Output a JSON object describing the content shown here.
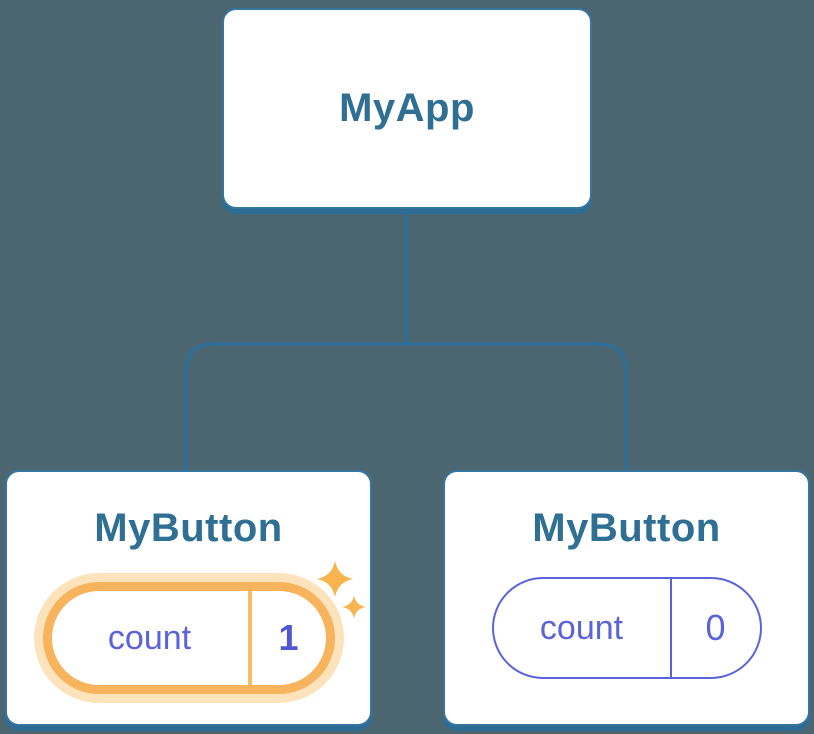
{
  "diagram": {
    "root": {
      "label": "MyApp"
    },
    "children": [
      {
        "label": "MyButton",
        "state_name": "count",
        "state_value": "1",
        "highlighted": true
      },
      {
        "label": "MyButton",
        "state_name": "count",
        "state_value": "0",
        "highlighted": false
      }
    ]
  },
  "colors": {
    "background": "#4b6671",
    "card_fill": "#ffffff",
    "card_border": "#35759e",
    "card_shadow": "#2c6d96",
    "title_text": "#2f6f93",
    "connector": "#2e6f99",
    "state_text": "#5b63d8",
    "state_value_bold": "#4f58d2",
    "highlight_ring": "#f8b45c",
    "highlight_halo": "#fce3bb",
    "highlight_divider": "#f9bc63",
    "sparkle": "#f8b44f"
  },
  "icons": {
    "sparkle_big": "sparkle-icon",
    "sparkle_small": "sparkle-icon"
  }
}
